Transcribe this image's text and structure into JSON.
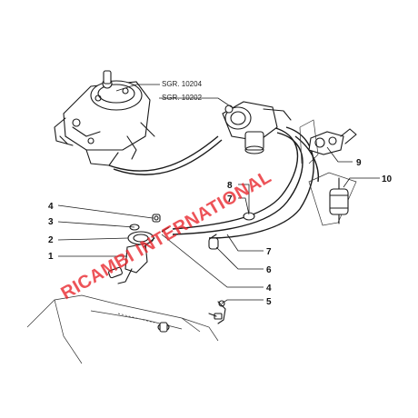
{
  "references": {
    "sgr_10204": "SGR. 10204",
    "sgr_10202": "SGR. 10202"
  },
  "callouts": {
    "n1": "1",
    "n2": "2",
    "n3": "3",
    "n4_left": "4",
    "n4_bottom": "4",
    "n5": "5",
    "n6": "6",
    "n7_upper": "7",
    "n7_right": "7",
    "n8": "8",
    "n9": "9",
    "n10": "10"
  },
  "watermark": {
    "text": "RICAMBI INTERNATIONAL",
    "color": "#e8232a"
  },
  "colors": {
    "line": "#1a1a1a",
    "background": "#ffffff"
  }
}
